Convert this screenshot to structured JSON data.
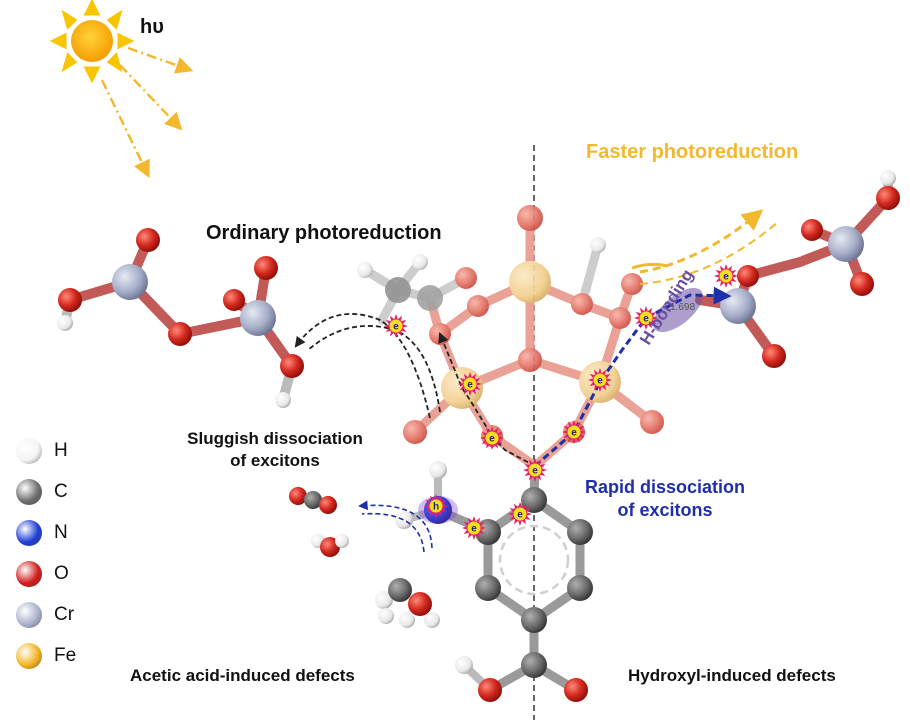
{
  "photon_label": "hυ",
  "labels": {
    "ordinary": "Ordinary photoreduction",
    "faster": "Faster photoreduction",
    "sluggish_line1": "Sluggish dissociation",
    "sluggish_line2": "of excitons",
    "rapid_line1": "Rapid dissociation",
    "rapid_line2": "of excitons",
    "h_bonding": "H-bonding",
    "bond_length": "1.698",
    "acetic": "Acetic acid-induced defects",
    "hydroxyl": "Hydroxyl-induced defects",
    "electron": "e",
    "hole": "h"
  },
  "legend": [
    {
      "symbol": "H",
      "color": "#f4f4f4"
    },
    {
      "symbol": "C",
      "color": "#6e6e6e"
    },
    {
      "symbol": "N",
      "color": "#1f3fd6"
    },
    {
      "symbol": "O",
      "color": "#d21e1e"
    },
    {
      "symbol": "Cr",
      "color": "#aab2cc"
    },
    {
      "symbol": "Fe",
      "color": "#f2b420"
    }
  ],
  "colors": {
    "sun": "#f7b500",
    "faster_text": "#f2b92e",
    "rapid_text": "#1f2fa8",
    "h_bond": "#6a4ea0",
    "electron_burst": "#e8206a",
    "electron_core": "#f4e11a"
  }
}
